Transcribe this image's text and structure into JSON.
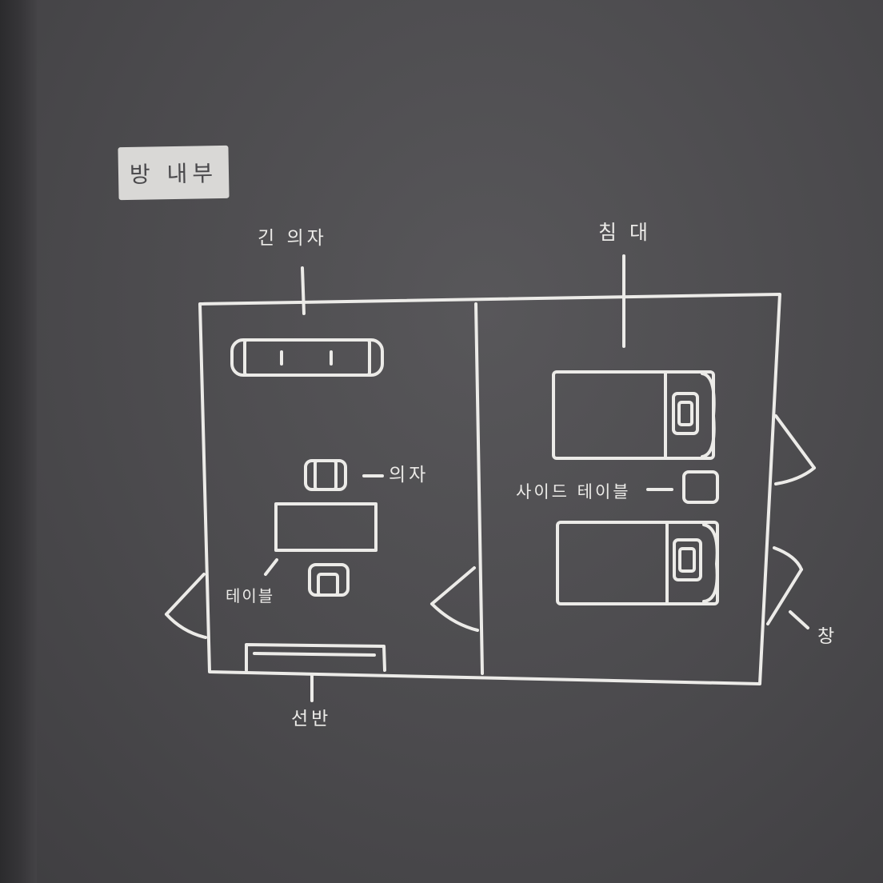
{
  "title": "방 내부",
  "labels": {
    "long_chair": "긴 의자",
    "bed": "침 대",
    "chair": "의자",
    "table": "테이블",
    "side_table": "사이드 테이블",
    "window": "창",
    "shelf": "선반"
  },
  "colors": {
    "background": "#4b4a4d",
    "line": "#ecebe8",
    "tag_background": "#d9d8d6",
    "tag_text": "#4a494c"
  }
}
